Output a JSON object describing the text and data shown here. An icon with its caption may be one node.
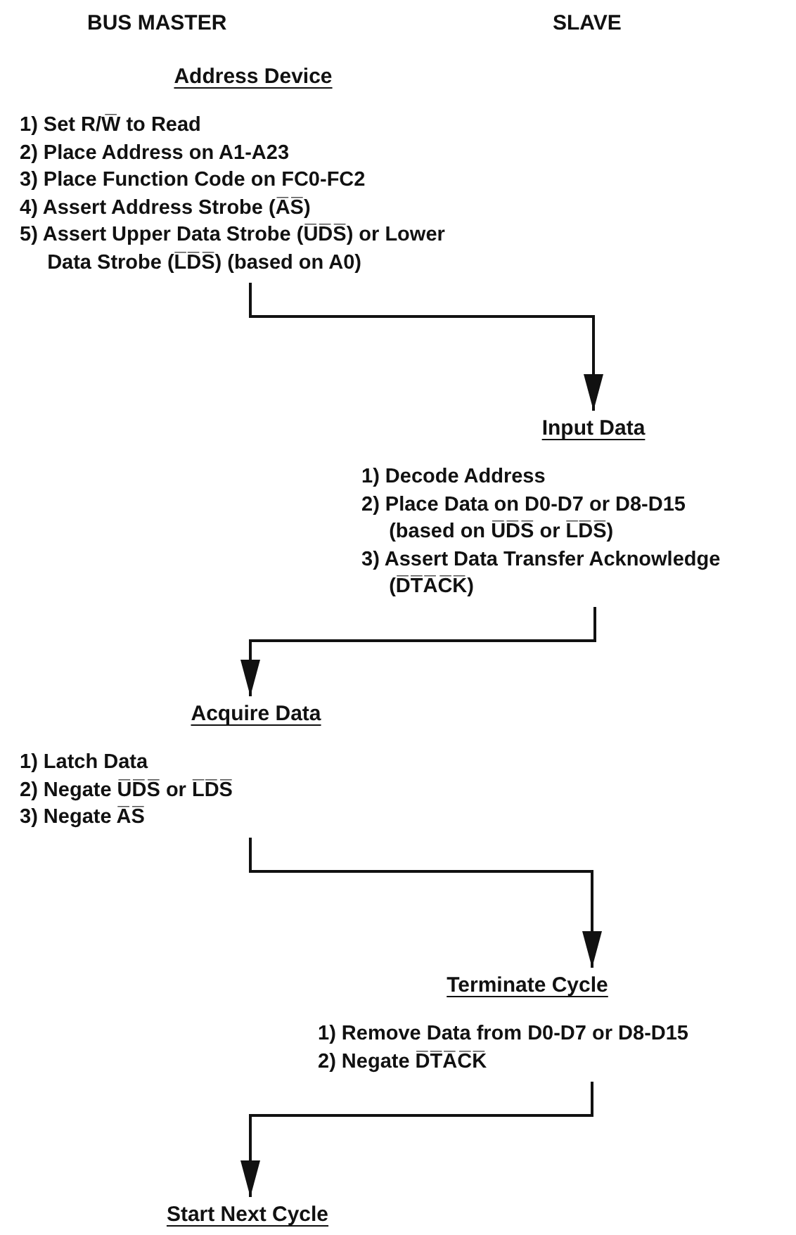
{
  "diagram": {
    "nodes": [
      {
        "text": [
          "Address Device",
          "1) Set R/W̅ to Read",
          "2) Place Address on A1-A23",
          "3) Place Function Code on FC0-FC2",
          "4) Assert Address Strobe (A̅S̅)",
          "5) Assert Upper Data Strobe (U̅D̅S̅) or Lower Data Strobe (L̅D̅S̅) (based on A0)"
        ]
      },
      {
        "text": [
          "Input Data",
          "1) Decode Address",
          "2) Place Data on D0-D7 or D8-D15 (based on U̅D̅S̅ or L̅D̅S̅)",
          "3) Assert Data Transfer Acknowledge (D̅T̅A̅C̅K̅)"
        ]
      },
      {
        "text": [
          "Acquire Data",
          "1) Latch Data",
          "2) Negate U̅D̅S̅ or L̅D̅S̅",
          "3) Negate A̅S̅"
        ]
      },
      {
        "text": [
          "Terminate Cycle",
          "1) Remove Data from D0-D7 or D8-D15",
          "2) Negate D̅T̅A̅C̅K̅"
        ]
      },
      {
        "text": [
          "Start Next Cycle"
        ]
      }
    ],
    "edges": [
      {
        "from": 0,
        "to": 1,
        "arrow": "to"
      },
      {
        "from": 1,
        "to": 2,
        "arrow": "to"
      },
      {
        "from": 2,
        "to": 3,
        "arrow": "to"
      },
      {
        "from": 3,
        "to": 4,
        "arrow": "to"
      }
    ],
    "labels": [
      "BUS MASTER",
      "SLAVE"
    ]
  }
}
